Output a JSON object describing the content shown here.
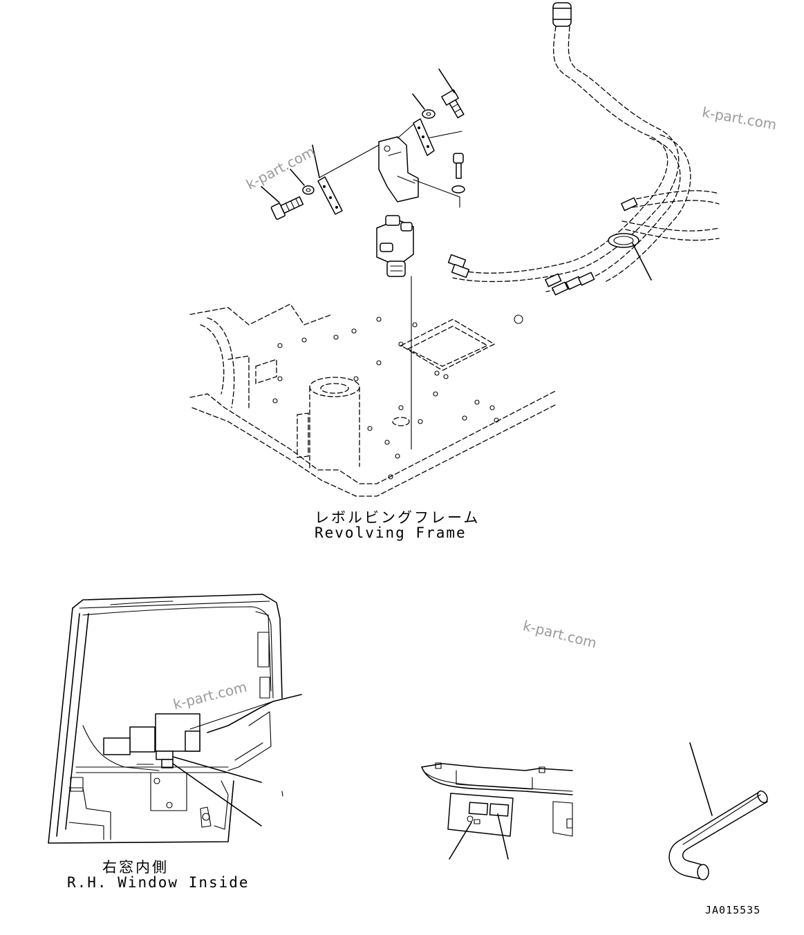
{
  "views": {
    "revolving_frame": {
      "caption_jp": "レボルビングフレーム",
      "caption_en": "Revolving Frame"
    },
    "rh_window": {
      "caption_jp": "右窓内側",
      "caption_en": "R.H. Window Inside"
    }
  },
  "watermark": "k-part.com",
  "drawing_code": "JA015535"
}
